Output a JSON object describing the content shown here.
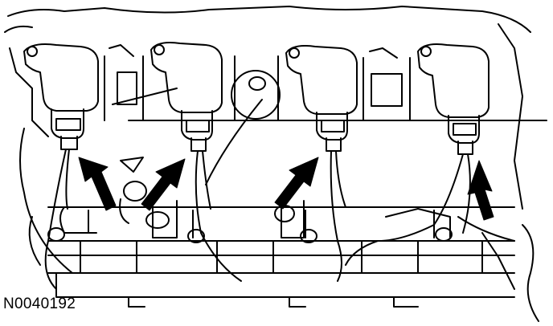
{
  "figure": {
    "id_label": "N0040192",
    "line_color": "#000000",
    "background": "#ffffff",
    "coil_count": 4,
    "arrow_count": 4,
    "connectors": [
      "ignition-coil-connector-1",
      "ignition-coil-connector-2",
      "ignition-coil-connector-3",
      "ignition-coil-connector-4"
    ]
  }
}
